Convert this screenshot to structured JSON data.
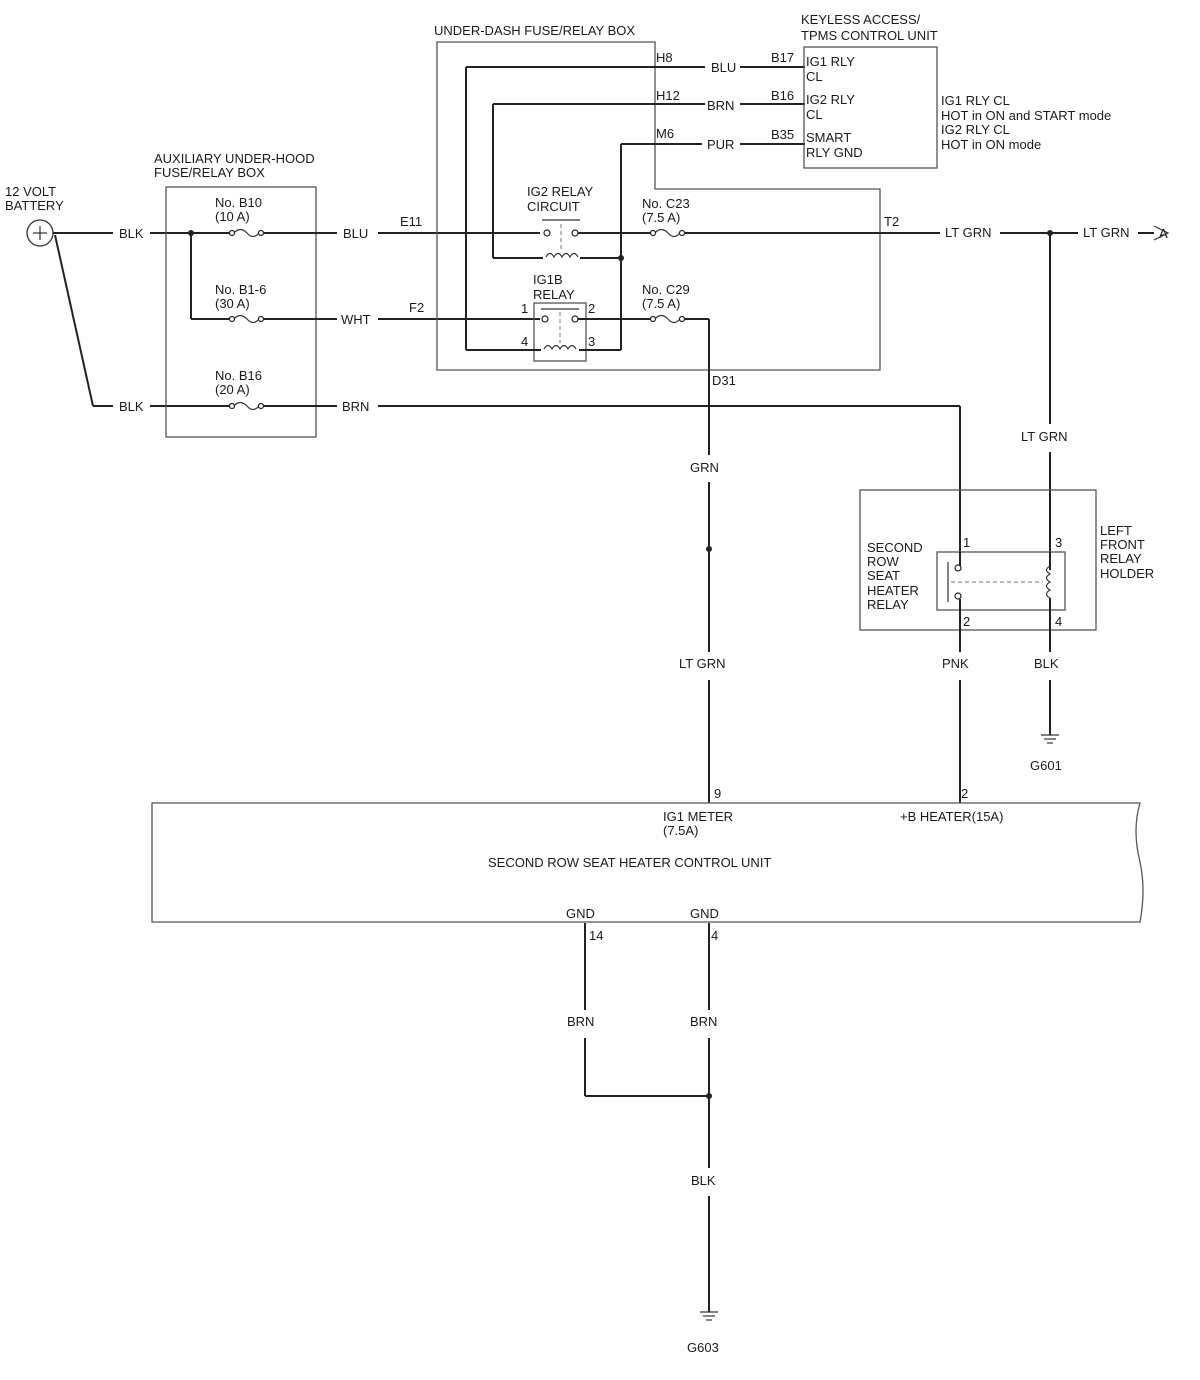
{
  "battery": {
    "label1": "12 VOLT",
    "label2": "BATTERY"
  },
  "aux_box": {
    "title1": "AUXILIARY UNDER-HOOD",
    "title2": "FUSE/RELAY BOX",
    "fuse_b10": {
      "name": "No. B10",
      "rating": "(10 A)"
    },
    "fuse_b1_6": {
      "name": "No. B1-6",
      "rating": "(30 A)"
    },
    "fuse_b16": {
      "name": "No. B16",
      "rating": "(20 A)"
    }
  },
  "under_dash_box": {
    "title": "UNDER-DASH FUSE/RELAY BOX",
    "ig2_relay": {
      "line1": "IG2 RELAY",
      "line2": "CIRCUIT"
    },
    "ig1b_relay": {
      "line1": "IG1B",
      "line2": "RELAY",
      "pin1": "1",
      "pin2": "2",
      "pin3": "3",
      "pin4": "4"
    },
    "fuse_c23": {
      "name": "No. C23",
      "rating": "(7.5 A)"
    },
    "fuse_c29": {
      "name": "No. C29",
      "rating": "(7.5 A)"
    },
    "connectors": {
      "h8": "H8",
      "h12": "H12",
      "m6": "M6",
      "e11": "E11",
      "f2": "F2",
      "t2": "T2",
      "d31": "D31"
    }
  },
  "keyless_unit": {
    "title1": "KEYLESS ACCESS/",
    "title2": "TPMS CONTROL UNIT",
    "pins": [
      {
        "pin": "B17",
        "l1": "IG1 RLY",
        "l2": "CL"
      },
      {
        "pin": "B16",
        "l1": "IG2 RLY",
        "l2": "CL"
      },
      {
        "pin": "B35",
        "l1": "SMART",
        "l2": "RLY GND"
      }
    ],
    "notes": [
      "IG1 RLY CL",
      "HOT in ON and START mode",
      "IG2 RLY CL",
      "HOT in ON mode"
    ]
  },
  "wires": {
    "blk_top": "BLK",
    "blk_bottom": "BLK",
    "blu_aux": "BLU",
    "wht": "WHT",
    "brn_aux": "BRN",
    "blu_h8": "BLU",
    "brn_h12": "BRN",
    "pur_m6": "PUR",
    "lt_grn_t2": "LT GRN",
    "lt_grn_a": "LT GRN",
    "lt_grn_drop": "LT GRN",
    "grn_d31": "GRN",
    "lt_grn_pin9": "LT GRN",
    "pnk": "PNK",
    "blk_g601": "BLK",
    "brn_14": "BRN",
    "brn_4": "BRN",
    "blk_g603": "BLK"
  },
  "offpage": {
    "a": "A"
  },
  "relay_holder": {
    "title": [
      "LEFT",
      "FRONT",
      "RELAY",
      "HOLDER"
    ],
    "relay_name": [
      "SECOND",
      "ROW",
      "SEAT",
      "HEATER",
      "RELAY"
    ],
    "pin1": "1",
    "pin2": "2",
    "pin3": "3",
    "pin4": "4"
  },
  "grounds": {
    "g601": "G601",
    "g603": "G603"
  },
  "control_unit": {
    "title": "SECOND ROW SEAT HEATER CONTROL UNIT",
    "pin9": "9",
    "ig1_meter1": "IG1 METER",
    "ig1_meter2": "(7.5A)",
    "pin2": "2",
    "b_heater": "+B HEATER(15A)",
    "gnd14_label": "GND",
    "gnd14_pin": "14",
    "gnd4_label": "GND",
    "gnd4_pin": "4"
  }
}
